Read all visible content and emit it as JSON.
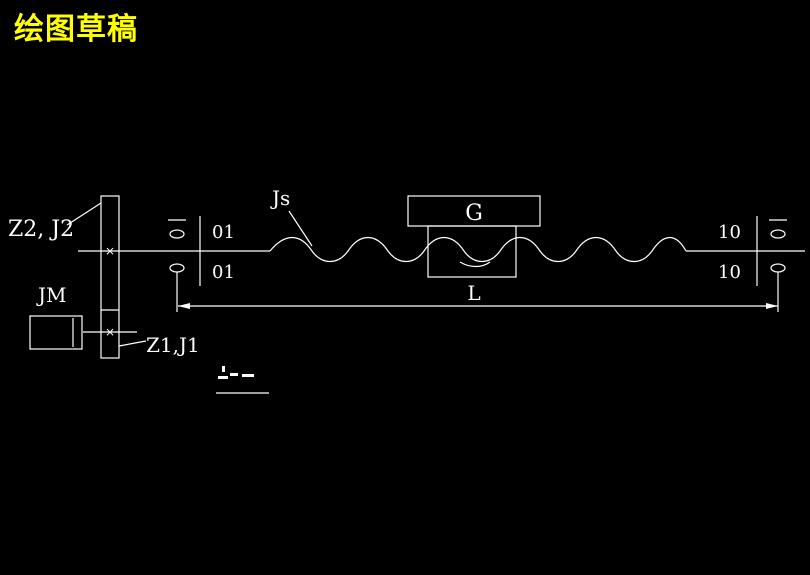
{
  "title": "绘图草稿",
  "labels": {
    "z2_j2": "Z2, J2",
    "jm": "JM",
    "z1_j1": "Z1,J1",
    "js": "Js",
    "load": "G",
    "length": "L",
    "bearing_left_top": "01",
    "bearing_left_bottom": "01",
    "bearing_right_top": "10",
    "bearing_right_bottom": "10",
    "gear_mark": "×"
  },
  "colors": {
    "title": "#ffff00",
    "lines": "#ffffff",
    "background": "#000000"
  }
}
